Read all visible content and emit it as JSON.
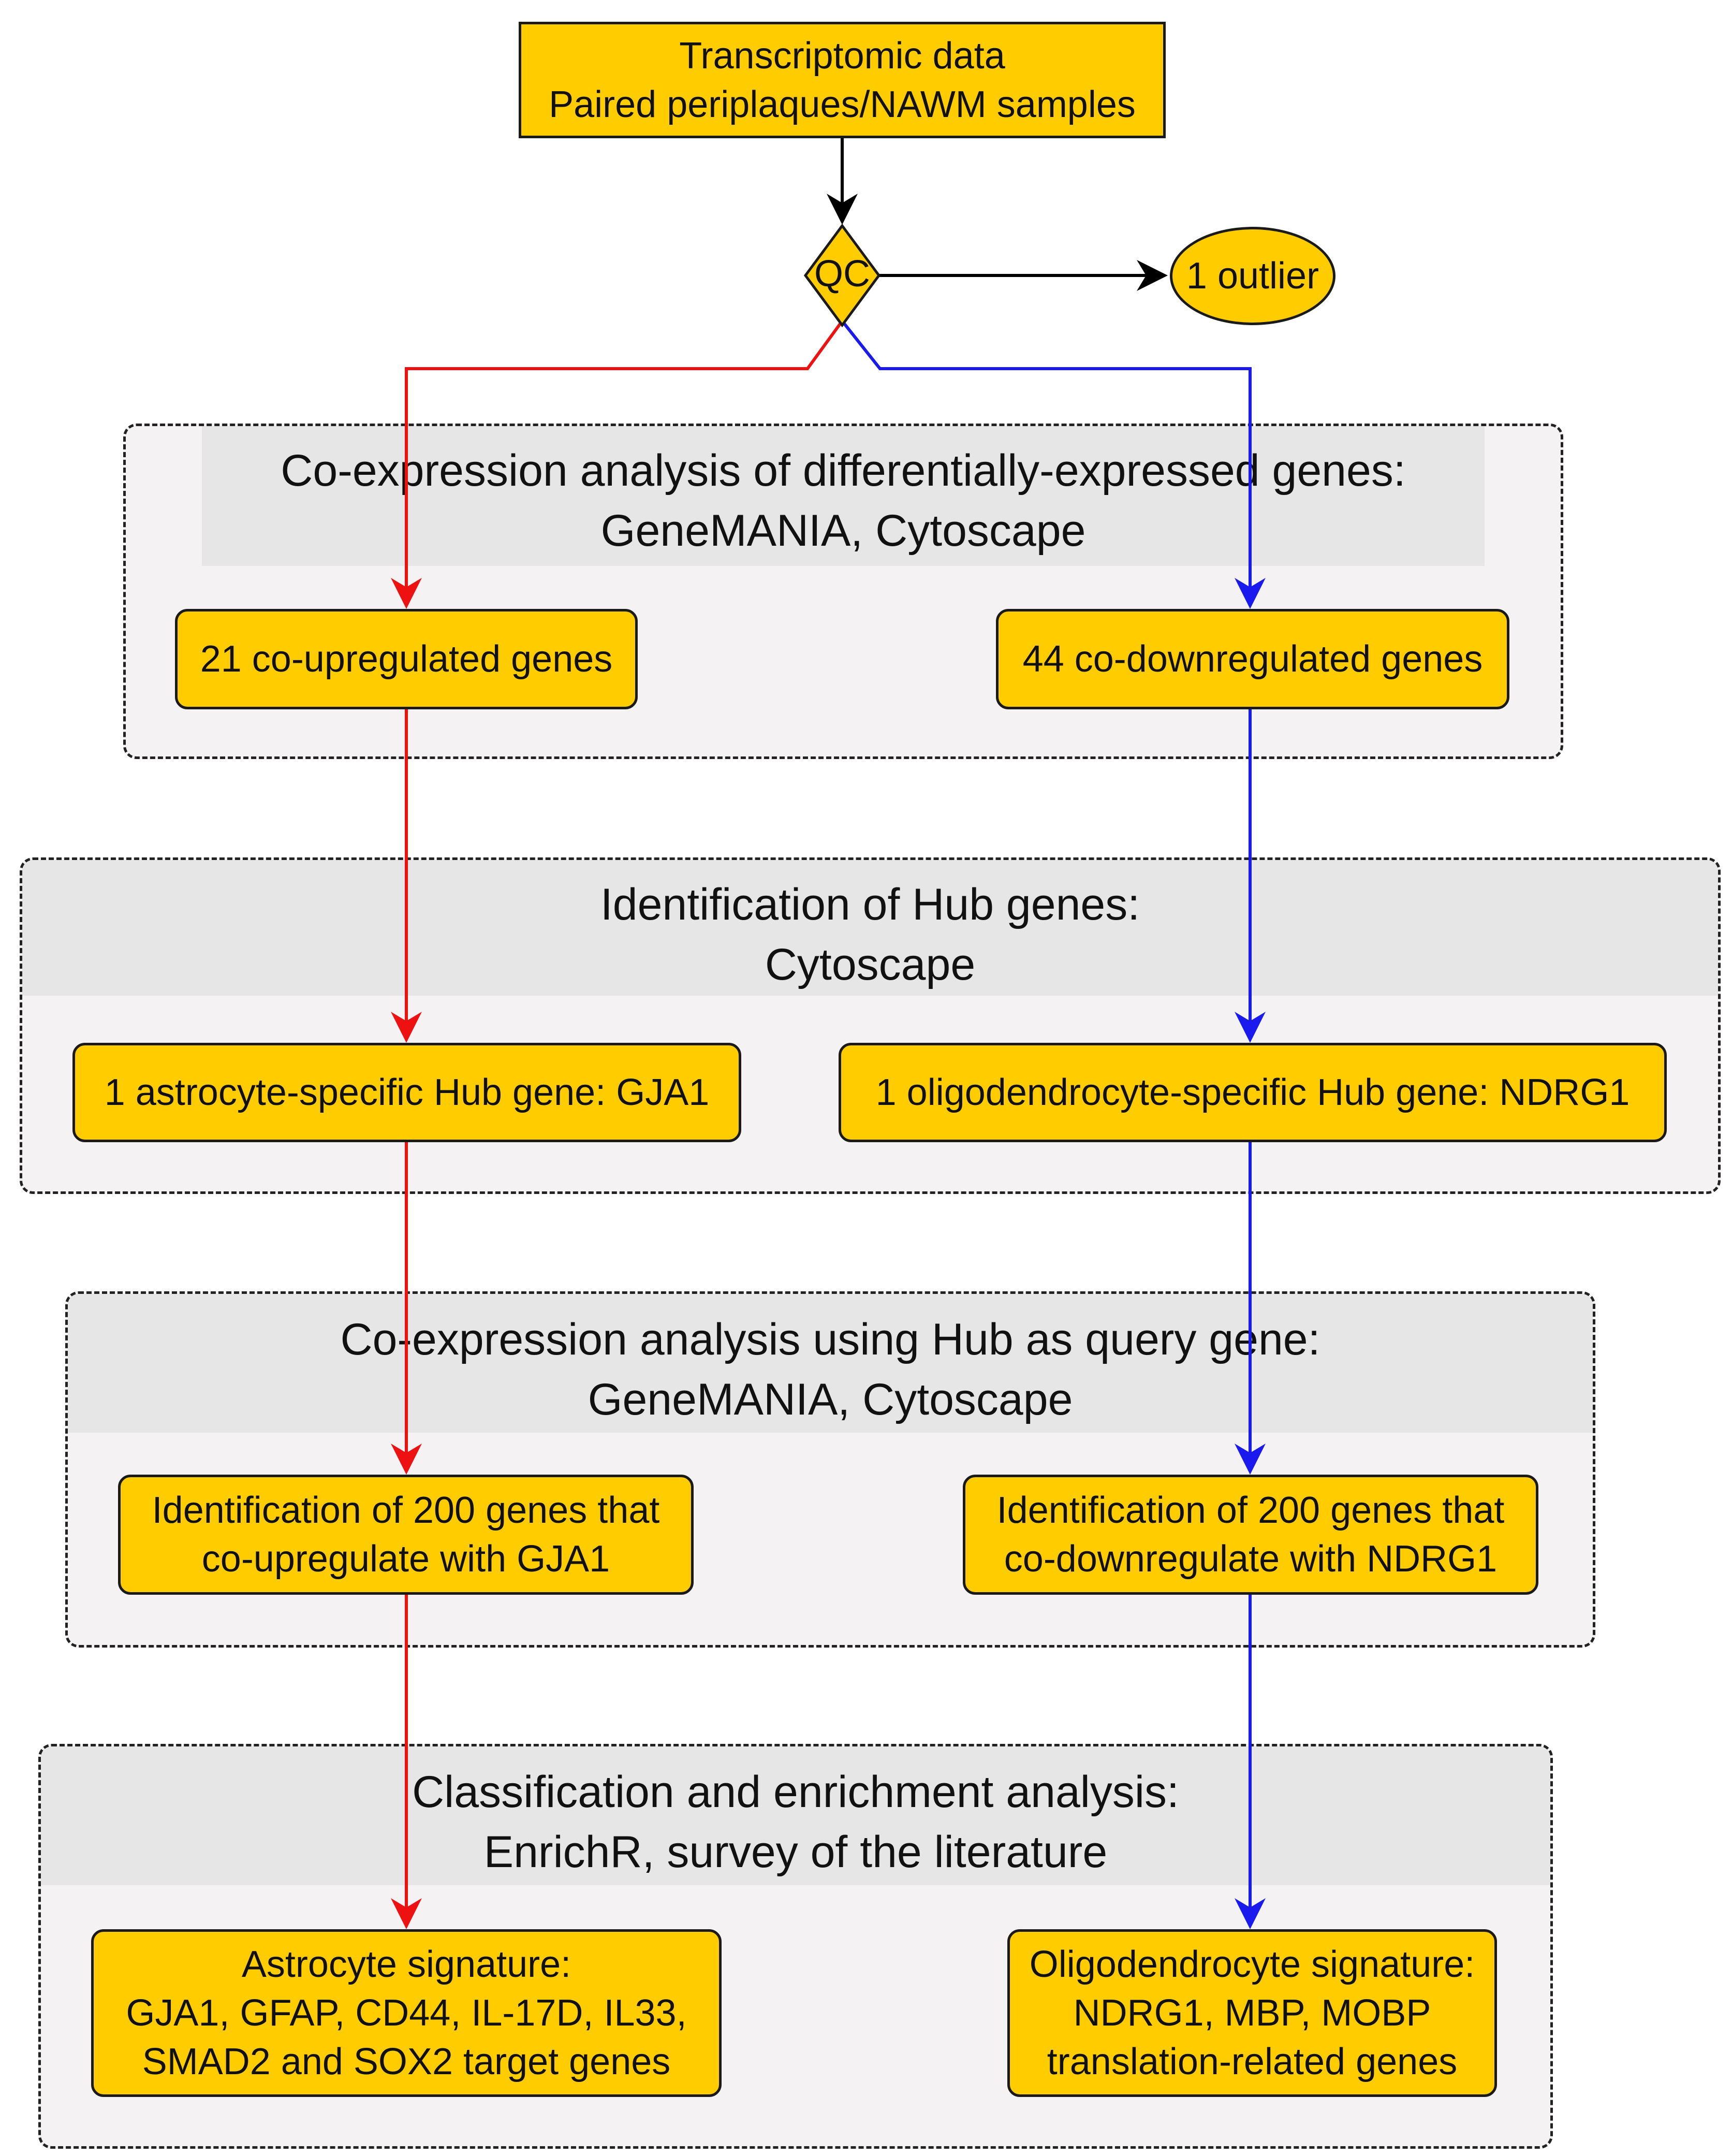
{
  "top_box": {
    "line1": "Transcriptomic data",
    "line2": "Paired periplaques/NAWM samples"
  },
  "qc": {
    "label": "QC"
  },
  "outlier": {
    "label": "1 outlier"
  },
  "panels": {
    "coexpression_deg": {
      "title_line1": "Co-expression analysis of differentially-expressed genes:",
      "title_line2": "GeneMANIA, Cytoscape",
      "left_box": "21 co-upregulated genes",
      "right_box": "44 co-downregulated genes"
    },
    "hub": {
      "title_line1": "Identification of Hub genes:",
      "title_line2": "Cytoscape",
      "left_box": "1 astrocyte-specific Hub gene: GJA1",
      "right_box": "1 oligodendrocyte-specific Hub gene: NDRG1"
    },
    "coexpression_hub": {
      "title_line1": "Co-expression analysis using Hub as query gene:",
      "title_line2": "GeneMANIA, Cytoscape",
      "left_line1": "Identification of 200 genes that",
      "left_line2": "co-upregulate with GJA1",
      "right_line1": "Identification of 200 genes that",
      "right_line2": "co-downregulate with NDRG1"
    },
    "classification": {
      "title_line1": "Classification and enrichment analysis:",
      "title_line2": "EnrichR, survey of the literature",
      "left_line1": "Astrocyte signature:",
      "left_line2": "GJA1, GFAP, CD44, IL-17D, IL33,",
      "left_line3": "SMAD2 and SOX2 target genes",
      "right_line1": "Oligodendrocyte signature:",
      "right_line2": "NDRG1, MBP, MOBP",
      "right_line3": "translation-related genes"
    }
  },
  "colors": {
    "box_fill": "#ffcc00",
    "up_arrow": "#ee1111",
    "down_arrow": "#1a1aee",
    "neutral_arrow": "#000000"
  }
}
